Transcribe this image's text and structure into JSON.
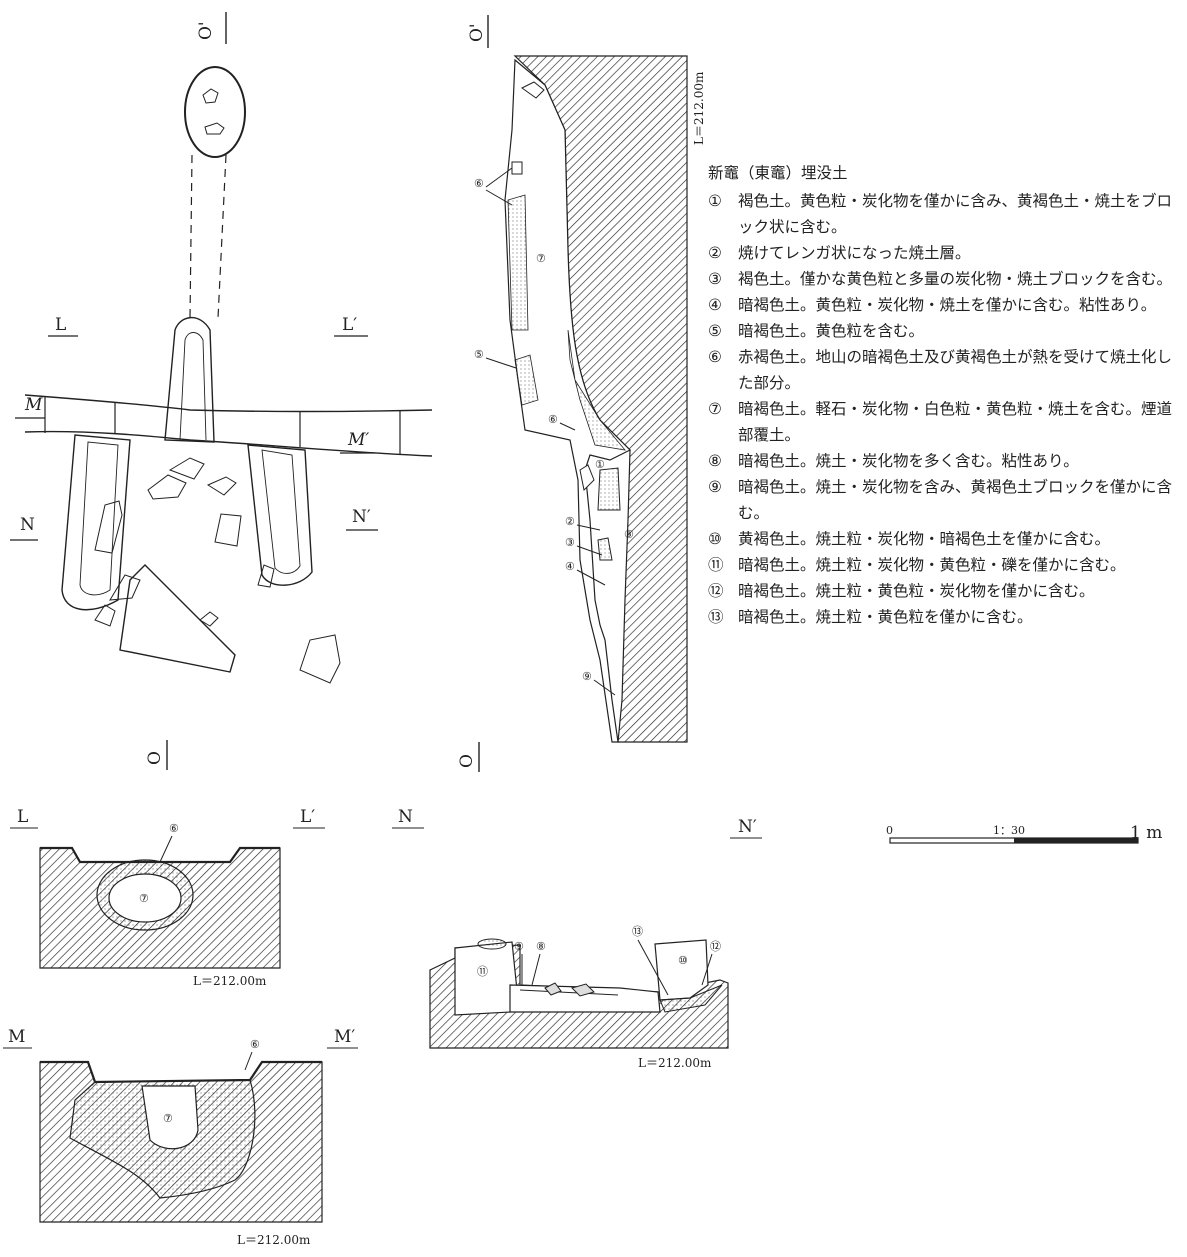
{
  "legend": {
    "title": "新竈（東竈）埋没土",
    "items": [
      {
        "num": "①",
        "text": "褐色土。黄色粒・炭化物を僅かに含み、黄褐色土・焼土をブロック状に含む。"
      },
      {
        "num": "②",
        "text": "焼けてレンガ状になった焼土層。"
      },
      {
        "num": "③",
        "text": "褐色土。僅かな黄色粒と多量の炭化物・焼土ブロックを含む。"
      },
      {
        "num": "④",
        "text": "暗褐色土。黄色粒・炭化物・焼土を僅かに含む。粘性あり。"
      },
      {
        "num": "⑤",
        "text": "暗褐色土。黄色粒を含む。"
      },
      {
        "num": "⑥",
        "text": "赤褐色土。地山の暗褐色土及び黄褐色土が熱を受けて焼土化した部分。"
      },
      {
        "num": "⑦",
        "text": "暗褐色土。軽石・炭化物・白色粒・黄色粒・焼土を含む。煙道部覆土。"
      },
      {
        "num": "⑧",
        "text": "暗褐色土。焼土・炭化物を多く含む。粘性あり。"
      },
      {
        "num": "⑨",
        "text": "暗褐色土。焼土・炭化物を含み、黄褐色土ブロックを僅かに含む。"
      },
      {
        "num": "⑩",
        "text": "黄褐色土。焼土粒・炭化物・暗褐色土を僅かに含む。"
      },
      {
        "num": "⑪",
        "text": "暗褐色土。焼土粒・炭化物・黄色粒・礫を僅かに含む。"
      },
      {
        "num": "⑫",
        "text": "暗褐色土。焼土粒・黄色粒・炭化物を僅かに含む。"
      },
      {
        "num": "⑬",
        "text": "暗褐色土。焼土粒・黄色粒を僅かに含む。"
      }
    ]
  },
  "labels": {
    "o": "O",
    "o_prime": "O'",
    "l": "L",
    "l_prime": "L′",
    "m": "M",
    "m_prime": "M′",
    "n": "N",
    "n_prime": "N′"
  },
  "elevation": "L＝212.00m",
  "scale": {
    "zero": "0",
    "ratio": "1：30",
    "end": "1 m"
  },
  "layer_nums": {
    "n1": "①",
    "n2": "②",
    "n3": "③",
    "n4": "④",
    "n5": "⑤",
    "n6": "⑥",
    "n7": "⑦",
    "n8": "⑧",
    "n9": "⑨",
    "n10": "⑩",
    "n11": "⑪",
    "n12": "⑫",
    "n13": "⑬"
  }
}
